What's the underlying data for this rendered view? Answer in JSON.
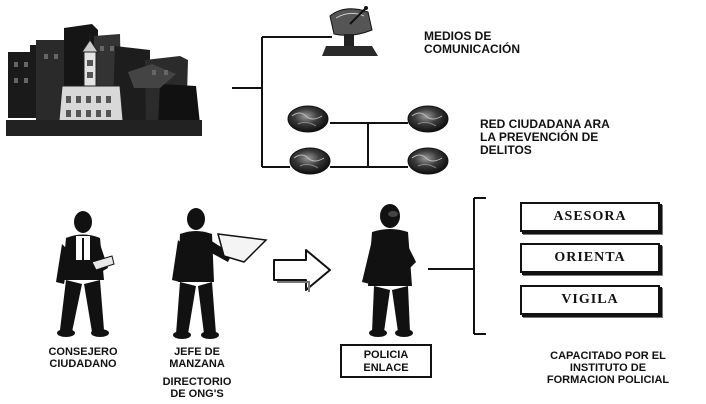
{
  "labels": {
    "medios_line1": "MEDIOS DE",
    "medios_line2": "COMUNICACIÓN",
    "red_line1": "RED CIUDADANA ARA",
    "red_line2": "LA PREVENCIÓN DE",
    "red_line3": "DELITOS",
    "consejero_line1": "CONSEJERO",
    "consejero_line2": "CIUDADANO",
    "jefe_line1": "JEFE DE",
    "jefe_line2": "MANZANA",
    "directorio_line1": "DIRECTORIO",
    "directorio_line2": "DE ONG'S",
    "policia_line1": "POLICIA",
    "policia_line2": "ENLACE",
    "capacitado_line1": "CAPACITADO POR EL",
    "capacitado_line2": "INSTITUTO DE",
    "capacitado_line3": "FORMACION POLICIAL"
  },
  "functions": [
    "ASESORA",
    "ORIENTA",
    "VIGILA"
  ],
  "icons": {
    "building": "city-building-icon",
    "antenna": "satellite-dish-icon",
    "globe": "globe-icon",
    "person": "person-icon",
    "arrow": "arrow-right-icon"
  }
}
